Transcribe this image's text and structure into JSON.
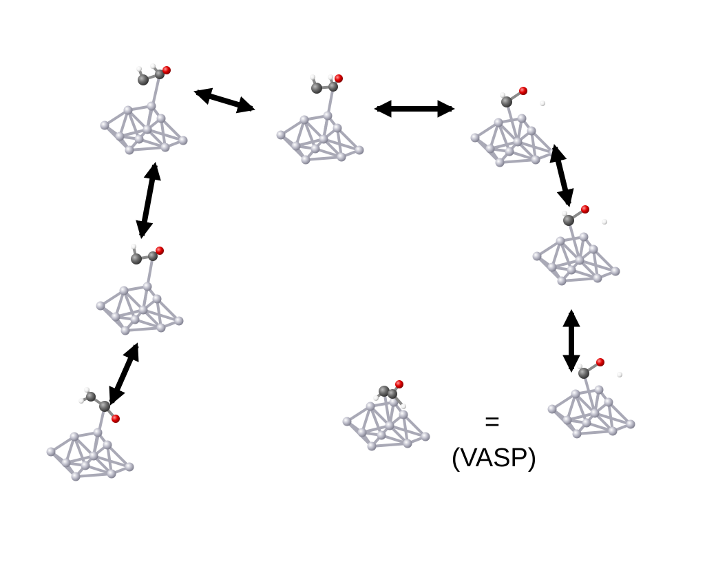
{
  "diagram": {
    "structures": [
      {
        "name": "structure-1"
      },
      {
        "name": "structure-2"
      },
      {
        "name": "structure-3"
      },
      {
        "name": "structure-4"
      },
      {
        "name": "structure-5"
      },
      {
        "name": "structure-6"
      },
      {
        "name": "structure-7"
      },
      {
        "name": "structure-8"
      }
    ],
    "equality_label": "=",
    "method_label": "(VASP)",
    "colors": {
      "metal_atom": "#b9b9c6",
      "metal_bond": "#a9a9b6",
      "carbon": "#6a6a6a",
      "oxygen": "#e00000",
      "hydrogen": "#f2f2f2",
      "arrow": "#000000"
    }
  }
}
